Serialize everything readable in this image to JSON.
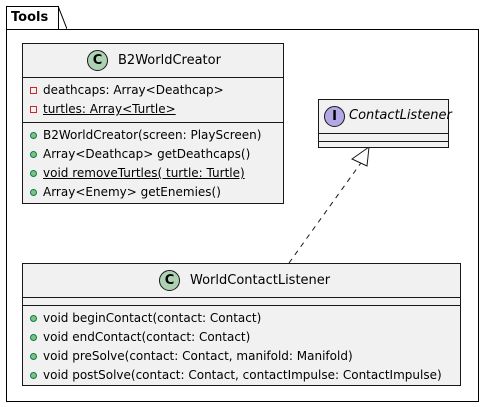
{
  "package": {
    "name": "Tools"
  },
  "classes": {
    "b2": {
      "stereotype": "C",
      "name": "B2WorldCreator",
      "fields": [
        {
          "vis": "private",
          "text": "deathcaps: Array<Deathcap>",
          "static": false
        },
        {
          "vis": "private",
          "text": "turtles: Array<Turtle>",
          "static": true
        }
      ],
      "methods": [
        {
          "vis": "public",
          "text": "B2WorldCreator(screen: PlayScreen)",
          "static": false
        },
        {
          "vis": "public",
          "text": "Array<Deathcap> getDeathcaps()",
          "static": false
        },
        {
          "vis": "public",
          "text": "void removeTurtles( turtle: Turtle)",
          "static": true
        },
        {
          "vis": "public",
          "text": "Array<Enemy> getEnemies()",
          "static": false
        }
      ]
    },
    "contact_listener": {
      "stereotype": "I",
      "name": "ContactListener"
    },
    "world_contact_listener": {
      "stereotype": "C",
      "name": "WorldContactListener",
      "methods": [
        {
          "vis": "public",
          "text": "void beginContact(contact: Contact)"
        },
        {
          "vis": "public",
          "text": "void endContact(contact: Contact)"
        },
        {
          "vis": "public",
          "text": "void preSolve(contact: Contact, manifold: Manifold)"
        },
        {
          "vis": "public",
          "text": "void postSolve(contact: Contact, contactImpulse: ContactImpulse)"
        }
      ]
    }
  },
  "colors": {
    "class_fill": "#f1f1f1",
    "class_badge": "#add1b2",
    "interface_badge": "#b4a7e5",
    "private_marker": "#c82930",
    "public_marker": "#84be84"
  }
}
